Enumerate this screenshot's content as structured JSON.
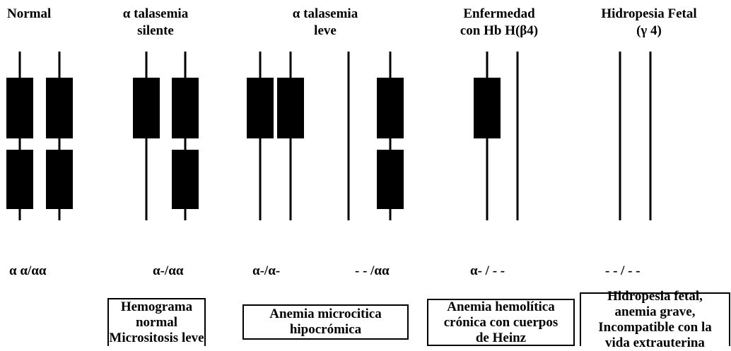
{
  "headers": {
    "normal": "Normal",
    "silent": "α talasemia\nsilente",
    "mild": "α talasemia\nleve",
    "hbh": "Enfermedad\ncon Hb H(β4)",
    "hydrops": "Hidropesia Fetal\n(γ 4)"
  },
  "genotypes": {
    "normal": "α α/αα",
    "silent": "α-/αα",
    "mild_trans": "α-/α-",
    "mild_cis": "- - /αα",
    "hbh": "α- / - -",
    "hydrops": "- - / - -"
  },
  "phenotypes": {
    "silent": "Hemograma\nnormal\nMicrositosis leve",
    "mild": "Anemia microcitica\nhipocrómica",
    "hbh": "Anemia hemolítica\ncrónica con cuerpos\nde Heinz",
    "hydrops": "Hidropesia fetal,\nanemia grave,\nIncompatible con la\nvida extrauterina"
  },
  "chromosomes": [
    {
      "group": "normal",
      "upper_gene": true,
      "lower_gene": true
    },
    {
      "group": "normal",
      "upper_gene": true,
      "lower_gene": true
    },
    {
      "group": "silent",
      "upper_gene": true,
      "lower_gene": false
    },
    {
      "group": "silent",
      "upper_gene": true,
      "lower_gene": true
    },
    {
      "group": "mild_trans",
      "upper_gene": true,
      "lower_gene": false
    },
    {
      "group": "mild_trans",
      "upper_gene": true,
      "lower_gene": false
    },
    {
      "group": "mild_cis",
      "upper_gene": false,
      "lower_gene": false
    },
    {
      "group": "mild_cis",
      "upper_gene": true,
      "lower_gene": true
    },
    {
      "group": "hbh",
      "upper_gene": true,
      "lower_gene": false
    },
    {
      "group": "hbh",
      "upper_gene": false,
      "lower_gene": false
    },
    {
      "group": "hydrops",
      "upper_gene": false,
      "lower_gene": false
    },
    {
      "group": "hydrops",
      "upper_gene": false,
      "lower_gene": false
    }
  ]
}
